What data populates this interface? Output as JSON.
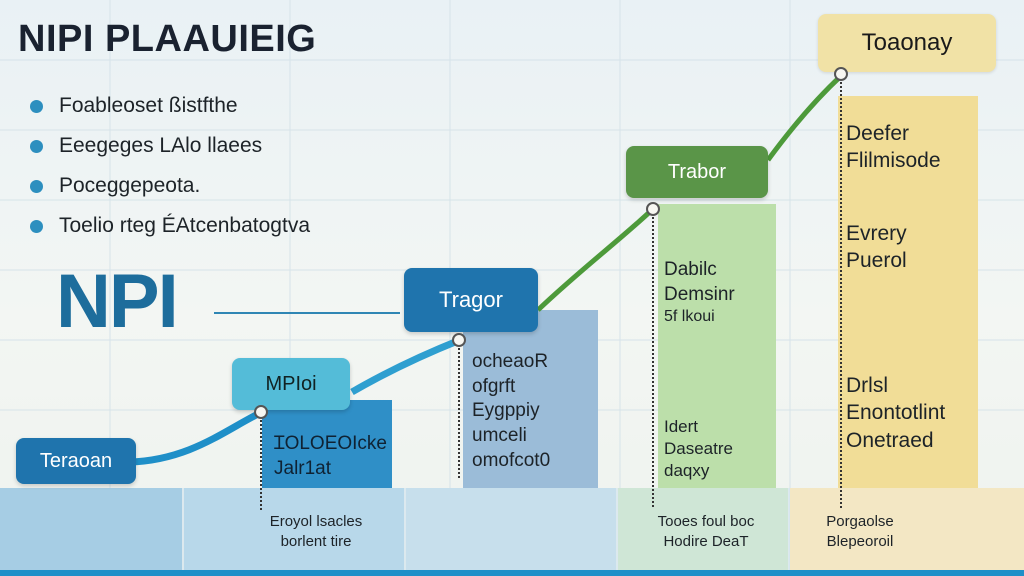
{
  "title": "NIPI PLAAUIEIG",
  "bullets": [
    "Foableoset ßistfthe",
    "Eeegeges LAlo llaees",
    "Poceggepeota.",
    "Toelio rteg ÉAtcenbatogtva"
  ],
  "big_label": "NPI",
  "stages": [
    {
      "label": "Teraoan",
      "lines": [],
      "footer": []
    },
    {
      "label": "MPIoi",
      "lines": [
        "ꞮOLOEOIcke",
        "Jalr1at"
      ],
      "footer": [
        "Eroyol lsacles",
        "borlent  tire"
      ]
    },
    {
      "label": "Tragor",
      "lines": [
        "ocheaoR",
        "ofgrft",
        "Eygppiy",
        "umceli",
        "omofcot0"
      ],
      "footer": []
    },
    {
      "label": "Trabor",
      "lines": [
        "Dabilc",
        "Demsinr",
        "5f lkoui"
      ],
      "lines2": [
        "Idert",
        "Daseatre",
        "daqxy"
      ],
      "footer": [
        "Tooes foul boc",
        "Hodire DeaT"
      ]
    },
    {
      "label": "Toaonay",
      "lines": [
        "Deefer",
        "Flilmisode"
      ],
      "lines2": [
        "Evrery",
        "Puerol"
      ],
      "lines3": [
        "Drlsl",
        "Enontotlint",
        "Onetraed"
      ],
      "footer": [
        "Porgaolse",
        "Blepeoroil"
      ]
    }
  ],
  "colors": {
    "blue_dark": "#1f74ad",
    "blue_light": "#54bcd8",
    "green": "#5a9548",
    "gold": "#f1e2a6"
  }
}
